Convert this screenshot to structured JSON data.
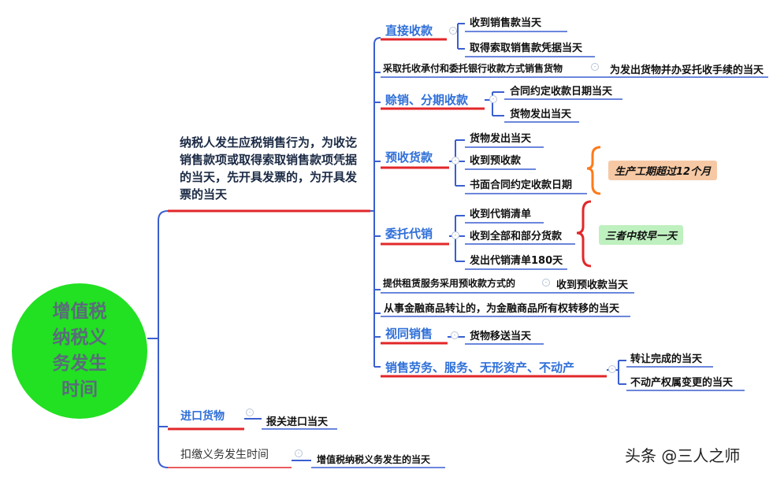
{
  "root": {
    "label": "增值税纳税义务发生时间"
  },
  "branch1": {
    "label": "纳税人发生应税销售行为，为收讫销售款项或取得索取销售款项凭据的当天，先开具发票的，为开具发票的当天",
    "children": {
      "direct": {
        "label": "直接收款",
        "items": [
          "收到销售款当天",
          "取得索取销售款凭据当天"
        ]
      },
      "collection": {
        "label": "采取托收承付和委托银行收款方式销售货物",
        "result": "为发出货物并办妥托收手续的当天"
      },
      "credit": {
        "label": "赊销、分期收款",
        "items": [
          "合同约定收款日期当天",
          "货物发出当天"
        ]
      },
      "prepaid": {
        "label": "预收货款",
        "items": [
          "货物发出当天",
          "收到预收款",
          "书面合同约定收款日期"
        ],
        "note": "生产工期超过12个月"
      },
      "consign": {
        "label": "委托代销",
        "items": [
          "收到代销清单",
          "收到全部和部分货款",
          "发出代销清单180天"
        ],
        "note": "三者中较早一天"
      },
      "lease": {
        "label": "提供租赁服务采用预收款方式的",
        "result": "收到预收款当天"
      },
      "finance": {
        "label": "从事金融商品转让的，为金融商品所有权转移的当天"
      },
      "deemed": {
        "label": "视同销售",
        "items": [
          "货物移送当天"
        ]
      },
      "services": {
        "label": "销售劳务、服务、无形资产、不动产",
        "items": [
          "转让完成的当天",
          "不动产权属变更的当天"
        ]
      }
    }
  },
  "branch2": {
    "label": "进口货物",
    "result": "报关进口当天"
  },
  "branch3": {
    "label": "扣缴义务发生时间",
    "result": "增值税纳税义务发生的当天"
  },
  "watermark": "头条 @三人之师",
  "colors": {
    "root": "#22e022",
    "line": "#3a5fd0",
    "underline_red": "#e2272a",
    "brace": "#ff7a1a",
    "brace_red": "#e2272a",
    "note_orange": "#f6c9a4",
    "note_green": "#bff0bf",
    "category": "#2f6fd8"
  }
}
